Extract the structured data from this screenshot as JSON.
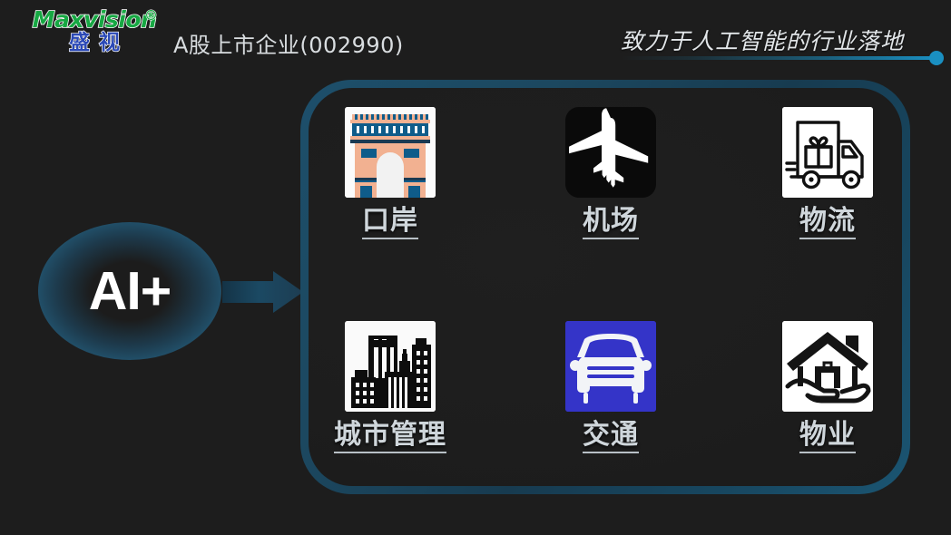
{
  "header": {
    "logo": {
      "word": "Maxvision",
      "registered_mark": "®",
      "chinese": "盛视",
      "word_color": "#17a843",
      "chinese_color": "#2b49b6"
    },
    "subtitle": "A股上市企业(002990)",
    "slogan": "致力于人工智能的行业落地",
    "accent_color": "#1a8fc1"
  },
  "source_node": {
    "label": "AI+",
    "arrow_icon": "arrow-right-icon",
    "glow_color": "#22536e"
  },
  "panel": {
    "border_color": "#1d4f6b",
    "background_color": "#1d1d1d",
    "items": [
      {
        "label": "口岸",
        "icon": "port-gateway-arch-icon",
        "tile_style": "white"
      },
      {
        "label": "机场",
        "icon": "airplane-icon",
        "tile_style": "dark"
      },
      {
        "label": "物流",
        "icon": "delivery-truck-icon",
        "tile_style": "white"
      },
      {
        "label": "城市管理",
        "icon": "city-buildings-icon",
        "tile_style": "white"
      },
      {
        "label": "交通",
        "icon": "car-front-icon",
        "tile_style": "blue"
      },
      {
        "label": "物业",
        "icon": "house-in-hand-icon",
        "tile_style": "white"
      }
    ]
  }
}
